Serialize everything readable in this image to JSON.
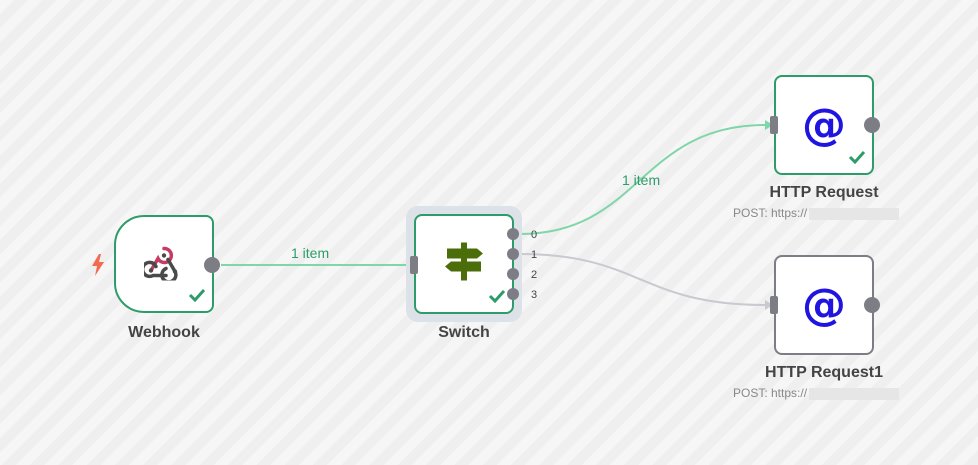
{
  "nodes": {
    "webhook": {
      "name": "Webhook",
      "status": "success"
    },
    "switch": {
      "name": "Switch",
      "status": "success",
      "outputs": [
        "0",
        "1",
        "2",
        "3"
      ]
    },
    "http_request": {
      "name": "HTTP Request",
      "subtitle": "POST: https://",
      "status": "success"
    },
    "http_request1": {
      "name": "HTTP Request1",
      "subtitle": "POST: https://"
    }
  },
  "edges": {
    "webhook_to_switch": "1 item",
    "switch_to_http_request": "1 item"
  },
  "colors": {
    "success": "#2d9c6a",
    "idle": "#7d7d85",
    "edge_success": "#7fd6a8",
    "edge_idle": "#c9c9cf",
    "switch_icon": "#4c6e0a",
    "http_icon": "#1f14e0",
    "trigger_bolt": "#f26a4f"
  }
}
